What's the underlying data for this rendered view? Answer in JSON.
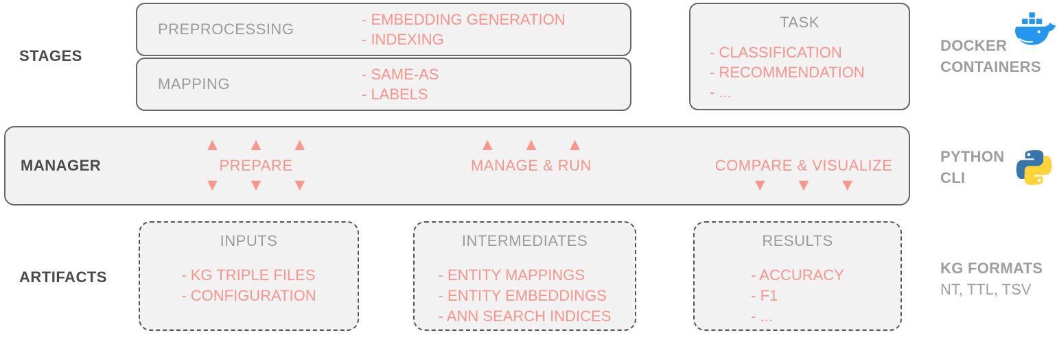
{
  "palette": {
    "box_fill": "#f2f2f2",
    "solid_border": "#666666",
    "dashed_border": "#555555",
    "accent_salmon": "#f7958d",
    "title_gray": "#9b9b9b",
    "label_dark": "#4a4a4a",
    "docker_blue": "#2496ed",
    "python_blue": "#3776ab",
    "python_yellow": "#ffd43b"
  },
  "rows": {
    "stages": {
      "label": "STAGES",
      "boxes": [
        {
          "title": "PREPROCESSING",
          "items": [
            "- EMBEDDING GENERATION",
            "- INDEXING"
          ]
        },
        {
          "title": "MAPPING",
          "items": [
            "- SAME-AS",
            "- LABELS"
          ]
        },
        {
          "title": "TASK",
          "items": [
            "- CLASSIFICATION",
            "- RECOMMENDATION",
            "- ..."
          ]
        }
      ]
    },
    "manager": {
      "label": "MANAGER",
      "actions": [
        {
          "label": "PREPARE",
          "arrows_up": "▲ ▲ ▲",
          "arrows_down": "▼ ▼ ▼"
        },
        {
          "label": "MANAGE & RUN",
          "arrows_up": "▲ ▲ ▲"
        },
        {
          "label": "COMPARE & VISUALIZE",
          "arrows_down": "▼ ▼ ▼"
        }
      ]
    },
    "artifacts": {
      "label": "ARTIFACTS",
      "boxes": [
        {
          "title": "INPUTS",
          "items": [
            "- KG TRIPLE FILES",
            "- CONFIGURATION"
          ]
        },
        {
          "title": "INTERMEDIATES",
          "items": [
            "- ENTITY MAPPINGS",
            "- ENTITY EMBEDDINGS",
            "- ANN SEARCH INDICES"
          ]
        },
        {
          "title": "RESULTS",
          "items": [
            "- ACCURACY",
            "- F1",
            "- ..."
          ]
        }
      ]
    }
  },
  "legend": {
    "docker": {
      "line1": "DOCKER",
      "line2": "CONTAINERS",
      "icon": "docker-whale-icon"
    },
    "python": {
      "line1": "PYTHON",
      "line2": "CLI",
      "icon": "python-logo-icon"
    },
    "formats": {
      "title": "KG FORMATS",
      "subtitle": "NT, TTL, TSV"
    }
  }
}
